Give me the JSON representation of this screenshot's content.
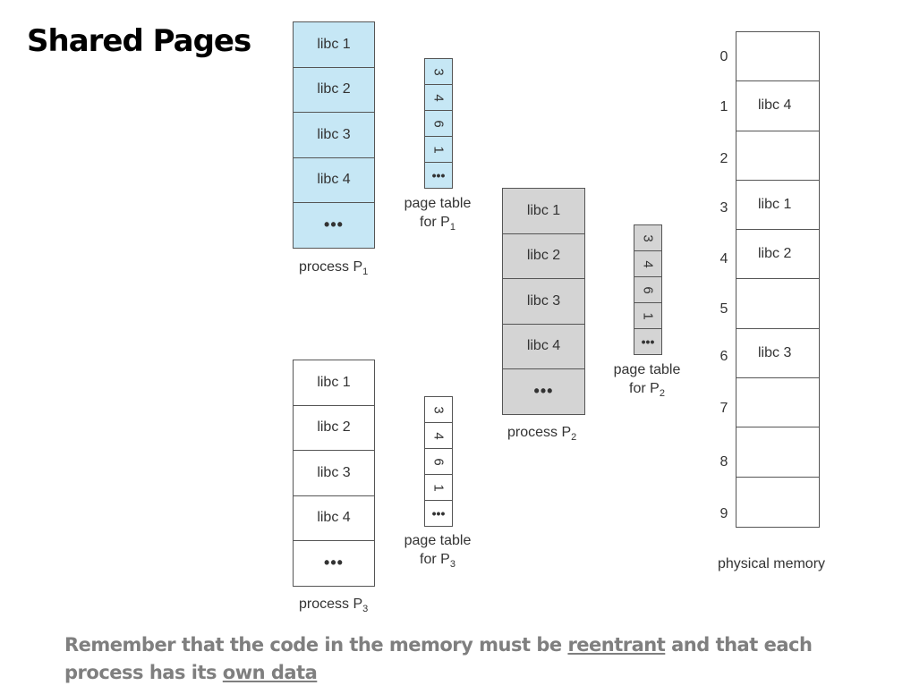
{
  "title": "Shared Pages",
  "colors": {
    "p1_fill": "#c6e7f5",
    "p2_fill": "#d4d4d4",
    "p3_fill": "#ffffff",
    "pt_p1_fill": "#c6e7f5",
    "pt_p2_fill": "#d4d4d4",
    "pt_p3_fill": "#ffffff",
    "note_text": "#7f7f7f"
  },
  "processes": {
    "p1": {
      "pages": [
        "libc 1",
        "libc 2",
        "libc 3",
        "libc 4",
        "•••"
      ],
      "label": "process  P",
      "subscript": "1"
    },
    "p2": {
      "pages": [
        "libc 1",
        "libc 2",
        "libc 3",
        "libc 4",
        "•••"
      ],
      "label": "process  P",
      "subscript": "2"
    },
    "p3": {
      "pages": [
        "libc 1",
        "libc 2",
        "libc 3",
        "libc 4",
        "•••"
      ],
      "label": "process  P",
      "subscript": "3"
    }
  },
  "page_tables": {
    "p1": {
      "entries": [
        "3",
        "4",
        "6",
        "1",
        "•••"
      ],
      "line1": "page table",
      "line2": "for P",
      "subscript": "1"
    },
    "p2": {
      "entries": [
        "3",
        "4",
        "6",
        "1",
        "•••"
      ],
      "line1": "page table",
      "line2": "for P",
      "subscript": "2"
    },
    "p3": {
      "entries": [
        "3",
        "4",
        "6",
        "1",
        "•••"
      ],
      "line1": "page table",
      "line2": "for P",
      "subscript": "3"
    }
  },
  "physical_memory": {
    "frame_numbers": [
      "0",
      "1",
      "2",
      "3",
      "4",
      "5",
      "6",
      "7",
      "8",
      "9"
    ],
    "frames": [
      "",
      "libc 4",
      "",
      "libc 1",
      "libc 2",
      "",
      "libc 3",
      "",
      "",
      ""
    ],
    "label": "physical memory"
  },
  "note": {
    "part1": "Remember that the code in the memory must be ",
    "link1": "reentrant",
    "part2": " and that each process has its ",
    "link2": "own data"
  }
}
